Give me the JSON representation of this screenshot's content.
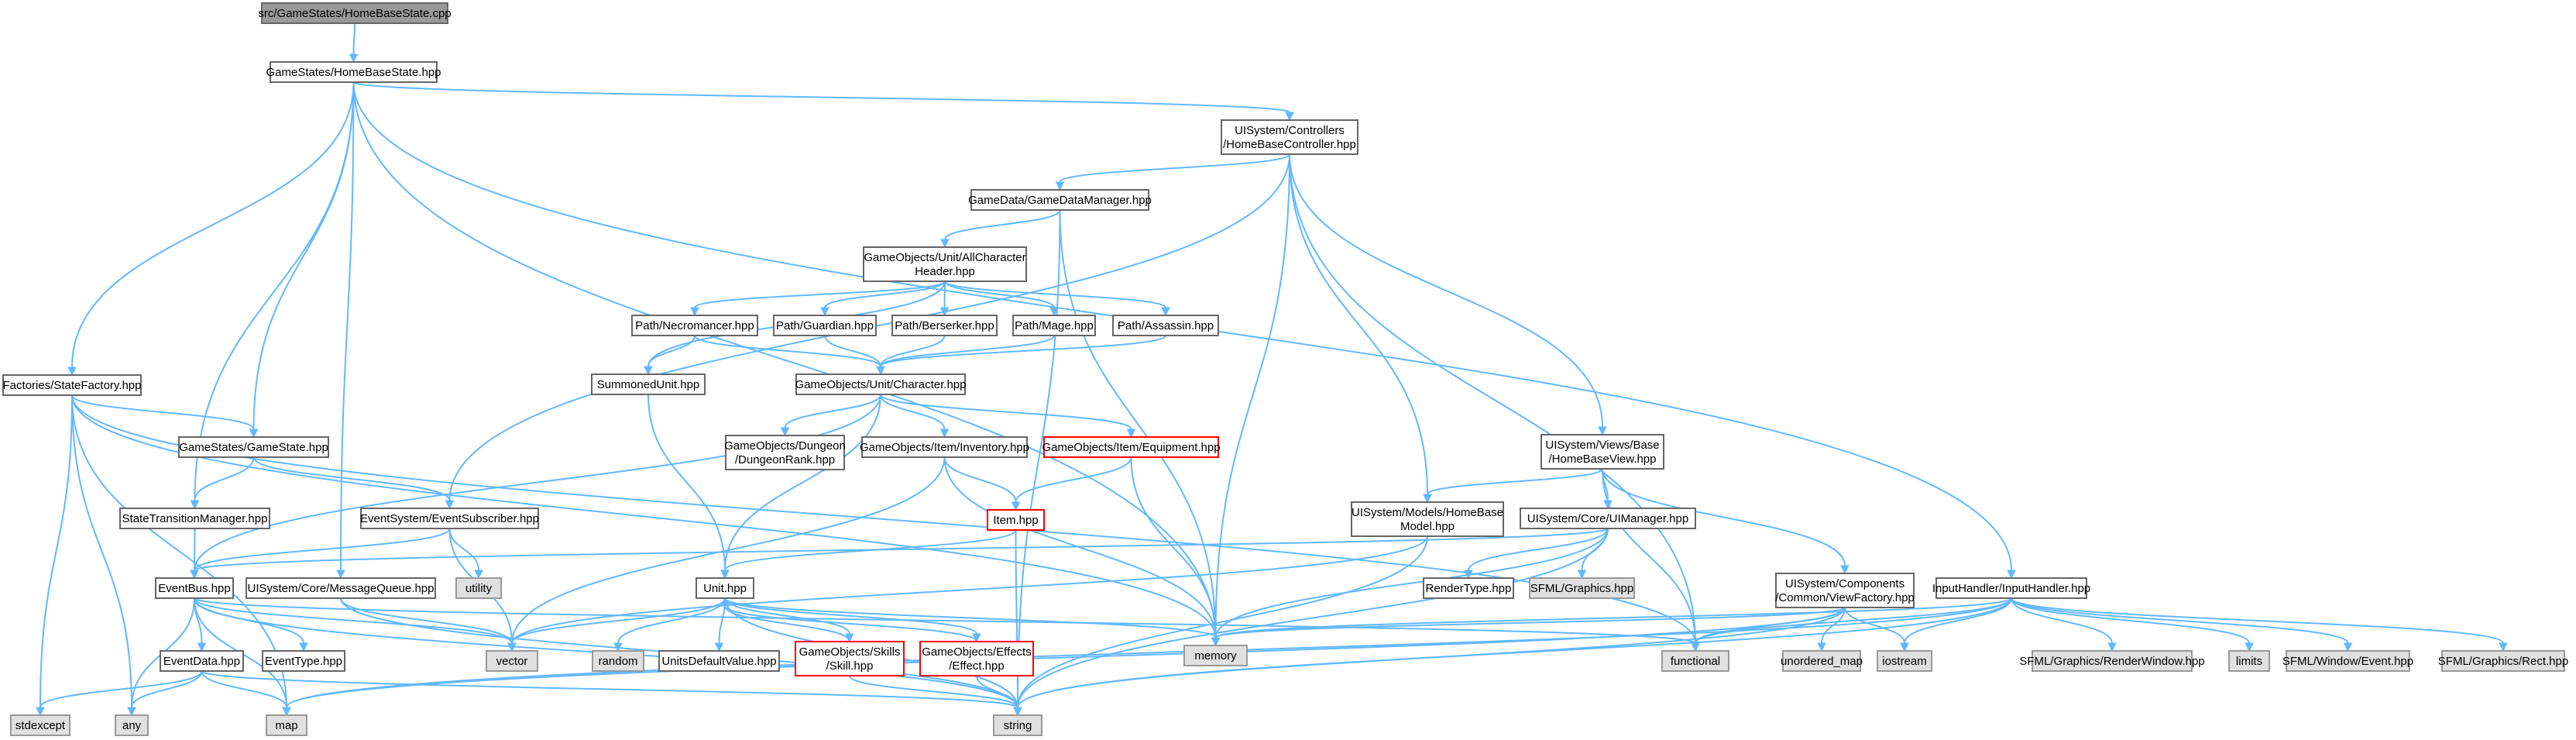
{
  "colors": {
    "edge": "#63b8ff",
    "node_fill": "#ffffff",
    "node_border": "#666666",
    "system_fill": "#e0e0e0",
    "system_border": "#999999",
    "root_fill": "#999999",
    "root_border": "#666666",
    "incomplete_border": "#ff0000"
  },
  "nodes": [
    {
      "id": "root",
      "lines": [
        "src/GameStates/HomeBaseState.cpp"
      ],
      "kind": "root"
    },
    {
      "id": "homebasestate",
      "lines": [
        "GameStates/HomeBaseState.hpp"
      ],
      "kind": "local"
    },
    {
      "id": "hbcontroller",
      "lines": [
        "UISystem/Controllers",
        "/HomeBaseController.hpp"
      ],
      "kind": "local"
    },
    {
      "id": "gamedatamanager",
      "lines": [
        "GameData/GameDataManager.hpp"
      ],
      "kind": "local"
    },
    {
      "id": "allcharheader",
      "lines": [
        "GameObjects/Unit/AllCharacter",
        "Header.hpp"
      ],
      "kind": "local"
    },
    {
      "id": "necromancer",
      "lines": [
        "Path/Necromancer.hpp"
      ],
      "kind": "local"
    },
    {
      "id": "guardian",
      "lines": [
        "Path/Guardian.hpp"
      ],
      "kind": "local"
    },
    {
      "id": "berserker",
      "lines": [
        "Path/Berserker.hpp"
      ],
      "kind": "local"
    },
    {
      "id": "mage",
      "lines": [
        "Path/Mage.hpp"
      ],
      "kind": "local"
    },
    {
      "id": "assassin",
      "lines": [
        "Path/Assassin.hpp"
      ],
      "kind": "local"
    },
    {
      "id": "summonedunit",
      "lines": [
        "SummonedUnit.hpp"
      ],
      "kind": "local"
    },
    {
      "id": "character",
      "lines": [
        "GameObjects/Unit/Character.hpp"
      ],
      "kind": "local"
    },
    {
      "id": "dungeonrank",
      "lines": [
        "GameObjects/Dungeon",
        "/DungeonRank.hpp"
      ],
      "kind": "local"
    },
    {
      "id": "inventory",
      "lines": [
        "GameObjects/Item/Inventory.hpp"
      ],
      "kind": "local"
    },
    {
      "id": "equipment",
      "lines": [
        "GameObjects/Item/Equipment.hpp"
      ],
      "kind": "incomplete"
    },
    {
      "id": "item",
      "lines": [
        "Item.hpp"
      ],
      "kind": "incomplete"
    },
    {
      "id": "unit",
      "lines": [
        "Unit.hpp"
      ],
      "kind": "local"
    },
    {
      "id": "unitsdefault",
      "lines": [
        "UnitsDefaultValue.hpp"
      ],
      "kind": "local"
    },
    {
      "id": "skill",
      "lines": [
        "GameObjects/Skills",
        "/Skill.hpp"
      ],
      "kind": "incomplete"
    },
    {
      "id": "effect",
      "lines": [
        "GameObjects/Effects",
        "/Effect.hpp"
      ],
      "kind": "incomplete"
    },
    {
      "id": "statefactory",
      "lines": [
        "Factories/StateFactory.hpp"
      ],
      "kind": "local"
    },
    {
      "id": "gamestate",
      "lines": [
        "GameStates/GameState.hpp"
      ],
      "kind": "local"
    },
    {
      "id": "statetransition",
      "lines": [
        "StateTransitionManager.hpp"
      ],
      "kind": "local"
    },
    {
      "id": "eventsubscriber",
      "lines": [
        "EventSystem/EventSubscriber.hpp"
      ],
      "kind": "local"
    },
    {
      "id": "eventbus",
      "lines": [
        "EventBus.hpp"
      ],
      "kind": "local"
    },
    {
      "id": "messagequeue",
      "lines": [
        "UISystem/Core/MessageQueue.hpp"
      ],
      "kind": "local"
    },
    {
      "id": "eventdata",
      "lines": [
        "EventData.hpp"
      ],
      "kind": "local"
    },
    {
      "id": "eventtype",
      "lines": [
        "EventType.hpp"
      ],
      "kind": "local"
    },
    {
      "id": "hbview",
      "lines": [
        "UISystem/Views/Base",
        "/HomeBaseView.hpp"
      ],
      "kind": "local"
    },
    {
      "id": "hbmodel",
      "lines": [
        "UISystem/Models/HomeBase",
        "Model.hpp"
      ],
      "kind": "local"
    },
    {
      "id": "uimanager",
      "lines": [
        "UISystem/Core/UIManager.hpp"
      ],
      "kind": "local"
    },
    {
      "id": "rendertype",
      "lines": [
        "RenderType.hpp"
      ],
      "kind": "local"
    },
    {
      "id": "sfmlgraphics",
      "lines": [
        "SFML/Graphics.hpp"
      ],
      "kind": "system"
    },
    {
      "id": "viewfactory",
      "lines": [
        "UISystem/Components",
        "/Common/ViewFactory.hpp"
      ],
      "kind": "local"
    },
    {
      "id": "inputhandler",
      "lines": [
        "InputHandler/InputHandler.hpp"
      ],
      "kind": "local"
    },
    {
      "id": "utility",
      "lines": [
        "utility"
      ],
      "kind": "system"
    },
    {
      "id": "vector",
      "lines": [
        "vector"
      ],
      "kind": "system"
    },
    {
      "id": "random",
      "lines": [
        "random"
      ],
      "kind": "system"
    },
    {
      "id": "memory",
      "lines": [
        "memory"
      ],
      "kind": "system"
    },
    {
      "id": "functional",
      "lines": [
        "functional"
      ],
      "kind": "system"
    },
    {
      "id": "unordered_map",
      "lines": [
        "unordered_map"
      ],
      "kind": "system"
    },
    {
      "id": "iostream",
      "lines": [
        "iostream"
      ],
      "kind": "system"
    },
    {
      "id": "renderwindow",
      "lines": [
        "SFML/Graphics/RenderWindow.hpp"
      ],
      "kind": "system"
    },
    {
      "id": "limits",
      "lines": [
        "limits"
      ],
      "kind": "system"
    },
    {
      "id": "sfmlevent",
      "lines": [
        "SFML/Window/Event.hpp"
      ],
      "kind": "system"
    },
    {
      "id": "sfmlrect",
      "lines": [
        "SFML/Graphics/Rect.hpp"
      ],
      "kind": "system"
    },
    {
      "id": "stdexcept",
      "lines": [
        "stdexcept"
      ],
      "kind": "system"
    },
    {
      "id": "any",
      "lines": [
        "any"
      ],
      "kind": "system"
    },
    {
      "id": "map",
      "lines": [
        "map"
      ],
      "kind": "system"
    },
    {
      "id": "string",
      "lines": [
        "string"
      ],
      "kind": "system"
    }
  ],
  "edges": [
    [
      "root",
      "homebasestate"
    ],
    [
      "homebasestate",
      "hbcontroller"
    ],
    [
      "homebasestate",
      "statefactory"
    ],
    [
      "homebasestate",
      "gamestate"
    ],
    [
      "homebasestate",
      "statetransition"
    ],
    [
      "homebasestate",
      "messagequeue"
    ],
    [
      "homebasestate",
      "memory"
    ],
    [
      "homebasestate",
      "inputhandler"
    ],
    [
      "hbcontroller",
      "gamedatamanager"
    ],
    [
      "hbcontroller",
      "eventsubscriber"
    ],
    [
      "hbcontroller",
      "memory"
    ],
    [
      "hbcontroller",
      "hbmodel"
    ],
    [
      "hbcontroller",
      "functional"
    ],
    [
      "hbcontroller",
      "hbview"
    ],
    [
      "gamedatamanager",
      "allcharheader"
    ],
    [
      "gamedatamanager",
      "string"
    ],
    [
      "gamedatamanager",
      "memory"
    ],
    [
      "allcharheader",
      "necromancer"
    ],
    [
      "allcharheader",
      "guardian"
    ],
    [
      "allcharheader",
      "berserker"
    ],
    [
      "allcharheader",
      "mage"
    ],
    [
      "allcharheader",
      "assassin"
    ],
    [
      "allcharheader",
      "summonedunit"
    ],
    [
      "necromancer",
      "summonedunit"
    ],
    [
      "necromancer",
      "character"
    ],
    [
      "guardian",
      "character"
    ],
    [
      "berserker",
      "character"
    ],
    [
      "mage",
      "character"
    ],
    [
      "assassin",
      "character"
    ],
    [
      "summonedunit",
      "unit"
    ],
    [
      "character",
      "dungeonrank"
    ],
    [
      "character",
      "inventory"
    ],
    [
      "character",
      "equipment"
    ],
    [
      "character",
      "unit"
    ],
    [
      "character",
      "eventbus"
    ],
    [
      "inventory",
      "item"
    ],
    [
      "inventory",
      "vector"
    ],
    [
      "inventory",
      "memory"
    ],
    [
      "equipment",
      "item"
    ],
    [
      "equipment",
      "memory"
    ],
    [
      "item",
      "unit"
    ],
    [
      "item",
      "string"
    ],
    [
      "unit",
      "vector"
    ],
    [
      "unit",
      "random"
    ],
    [
      "unit",
      "unitsdefault"
    ],
    [
      "unit",
      "skill"
    ],
    [
      "unit",
      "effect"
    ],
    [
      "unit",
      "memory"
    ],
    [
      "unit",
      "string"
    ],
    [
      "skill",
      "unit"
    ],
    [
      "skill",
      "string"
    ],
    [
      "effect",
      "unit"
    ],
    [
      "effect",
      "string"
    ],
    [
      "statefactory",
      "gamestate"
    ],
    [
      "statefactory",
      "stdexcept"
    ],
    [
      "statefactory",
      "any"
    ],
    [
      "statefactory",
      "map"
    ],
    [
      "statefactory",
      "memory"
    ],
    [
      "statefactory",
      "functional"
    ],
    [
      "gamestate",
      "statetransition"
    ],
    [
      "gamestate",
      "eventsubscriber"
    ],
    [
      "statetransition",
      "eventbus"
    ],
    [
      "eventsubscriber",
      "eventbus"
    ],
    [
      "eventsubscriber",
      "utility"
    ],
    [
      "eventsubscriber",
      "vector"
    ],
    [
      "eventbus",
      "eventdata"
    ],
    [
      "eventbus",
      "eventtype"
    ],
    [
      "eventbus",
      "vector"
    ],
    [
      "eventbus",
      "any"
    ],
    [
      "eventbus",
      "map"
    ],
    [
      "eventbus",
      "functional"
    ],
    [
      "eventbus",
      "string"
    ],
    [
      "messagequeue",
      "vector"
    ],
    [
      "messagequeue",
      "string"
    ],
    [
      "eventdata",
      "stdexcept"
    ],
    [
      "eventdata",
      "any"
    ],
    [
      "eventdata",
      "map"
    ],
    [
      "eventdata",
      "string"
    ],
    [
      "hbview",
      "hbmodel"
    ],
    [
      "hbview",
      "uimanager"
    ],
    [
      "hbview",
      "viewfactory"
    ],
    [
      "hbview",
      "functional"
    ],
    [
      "hbmodel",
      "vector"
    ],
    [
      "hbmodel",
      "string"
    ],
    [
      "uimanager",
      "rendertype"
    ],
    [
      "uimanager",
      "sfmlgraphics"
    ],
    [
      "uimanager",
      "eventbus"
    ],
    [
      "uimanager",
      "memory"
    ],
    [
      "uimanager",
      "string"
    ],
    [
      "viewfactory",
      "memory"
    ],
    [
      "viewfactory",
      "functional"
    ],
    [
      "viewfactory",
      "unordered_map"
    ],
    [
      "viewfactory",
      "iostream"
    ],
    [
      "viewfactory",
      "string"
    ],
    [
      "viewfactory",
      "map"
    ],
    [
      "inputhandler",
      "renderwindow"
    ],
    [
      "inputhandler",
      "limits"
    ],
    [
      "inputhandler",
      "sfmlevent"
    ],
    [
      "inputhandler",
      "sfmlrect"
    ],
    [
      "inputhandler",
      "functional"
    ],
    [
      "inputhandler",
      "memory"
    ],
    [
      "inputhandler",
      "iostream"
    ],
    [
      "inputhandler",
      "map"
    ],
    [
      "inputhandler",
      "string"
    ]
  ]
}
